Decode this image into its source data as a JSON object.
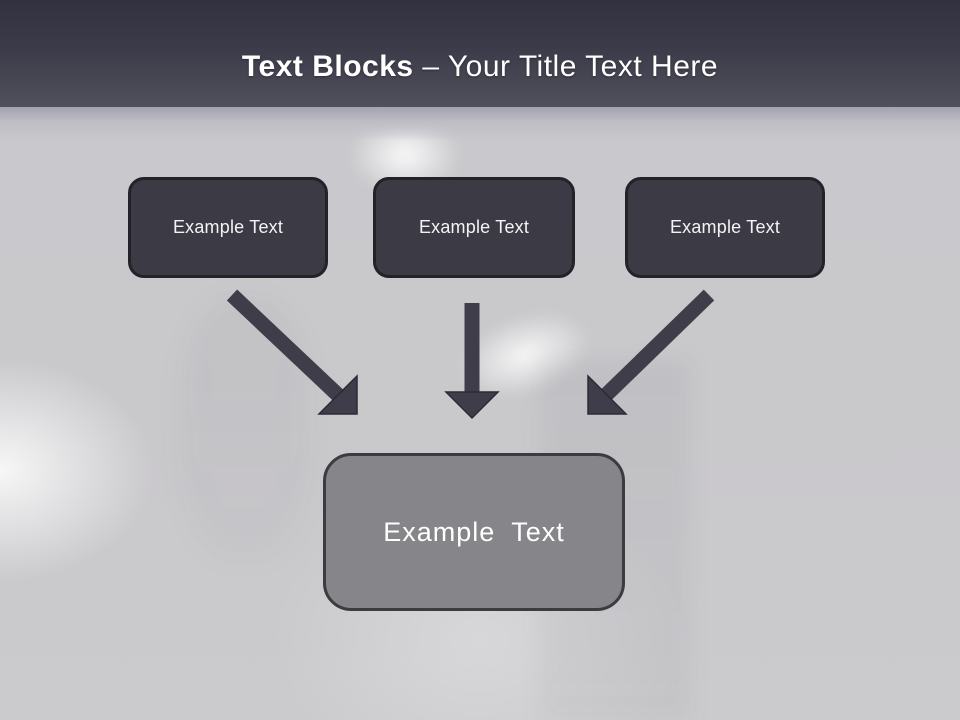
{
  "slide": {
    "title": {
      "bold": "Text Blocks",
      "separator": " – ",
      "rest": "Your Title Text Here"
    },
    "boxes": [
      {
        "label": "Example Text"
      },
      {
        "label": "Example Text"
      },
      {
        "label": "Example Text"
      }
    ],
    "result_box": {
      "label": "Example Text"
    },
    "icons": [
      "arrow-down-right-icon",
      "arrow-down-icon",
      "arrow-down-left-icon"
    ],
    "colors": {
      "header_top": "#323140",
      "header_bottom": "#504f5c",
      "title_text": "#ffffff",
      "box_fill": "#3b3a45",
      "box_border": "#232229",
      "box_text": "#f3f3f5",
      "result_fill": "#868589",
      "result_border": "#3c3b3f",
      "result_text": "#ffffff",
      "arrow": "#3e3d49",
      "background": "#c9c8cc"
    }
  }
}
